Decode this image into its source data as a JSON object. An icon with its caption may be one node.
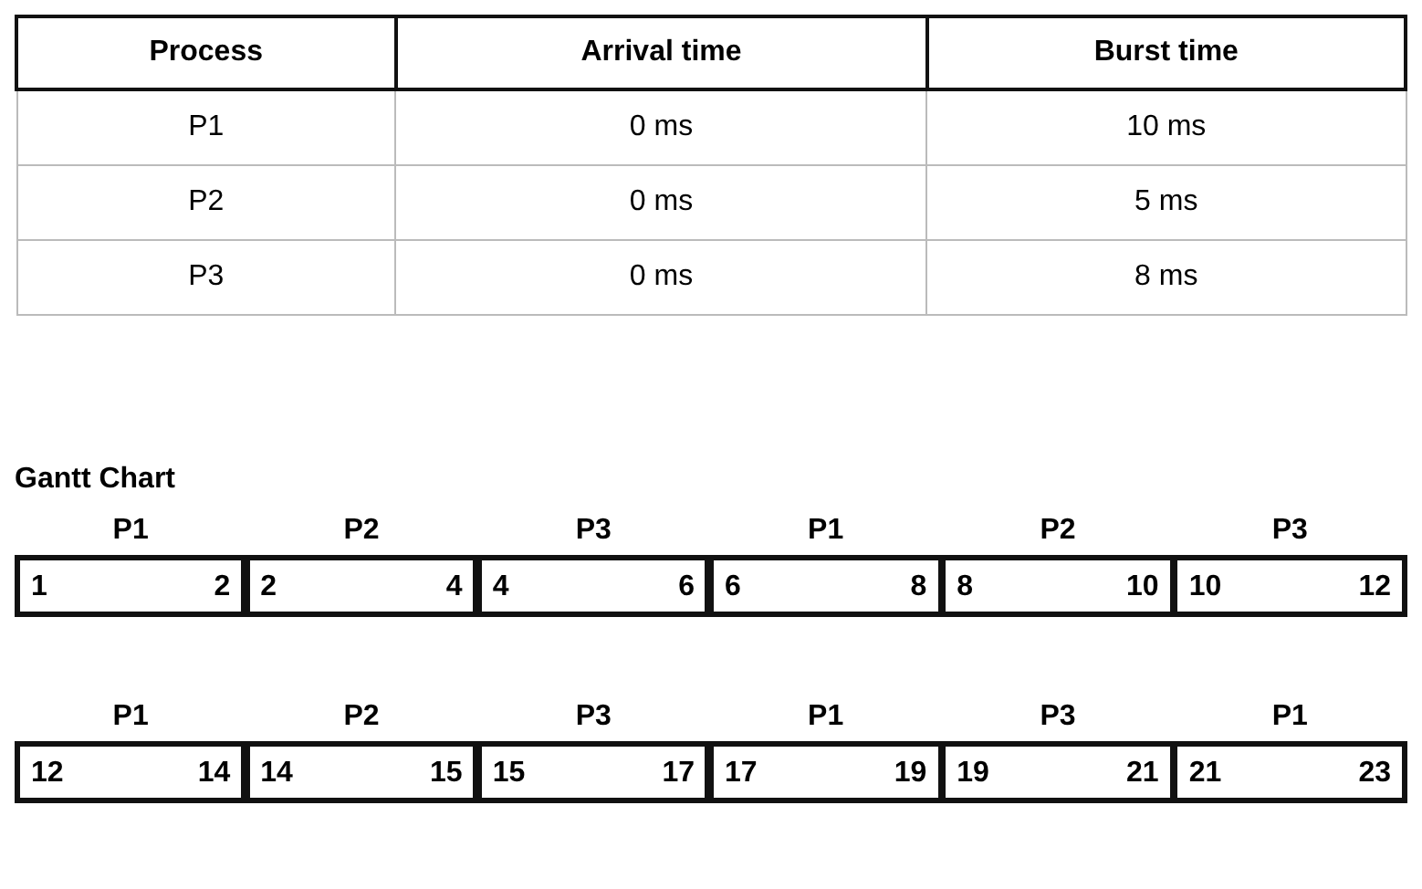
{
  "diagram": {
    "nodes": [
      {
        "text": [
          "P1",
          "1",
          "2"
        ]
      },
      {
        "text": [
          "P2",
          "2",
          "4"
        ]
      },
      {
        "text": [
          "P3",
          "4",
          "6"
        ]
      },
      {
        "text": [
          "P1",
          "6",
          "8"
        ]
      },
      {
        "text": [
          "P2",
          "8",
          "10"
        ]
      },
      {
        "text": [
          "P3",
          "10",
          "12"
        ]
      },
      {
        "text": [
          "P1",
          "12",
          "14"
        ]
      },
      {
        "text": [
          "P2",
          "14",
          "15"
        ]
      },
      {
        "text": [
          "P3",
          "15",
          "17"
        ]
      },
      {
        "text": [
          "P1",
          "17",
          "19"
        ]
      },
      {
        "text": [
          "P3",
          "19",
          "21"
        ]
      },
      {
        "text": [
          "P1",
          "21",
          "23"
        ]
      }
    ],
    "labels": [
      "Process",
      "Arrival time",
      "Burst time",
      "P1",
      "0 ms",
      "10 ms",
      "P2",
      "0 ms",
      "5 ms",
      "P3",
      "0 ms",
      "8 ms",
      "Gantt Chart"
    ]
  }
}
